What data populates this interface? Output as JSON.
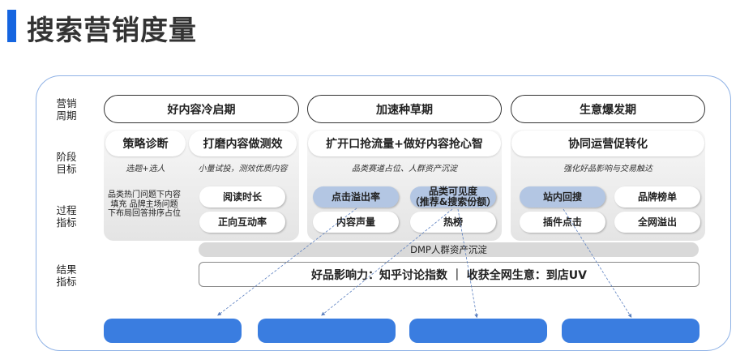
{
  "title": "搜索营销度量",
  "row_labels": [
    "营销\n周期",
    "阶段\n目标",
    "过程\n指标",
    "结果\n指标"
  ],
  "phases": [
    "好内容冷启期",
    "加速种草期",
    "生意爆发期"
  ],
  "goals": {
    "p1a": "策略诊断",
    "p1a_sub": "选题+选人",
    "p1b": "打磨内容做测效",
    "p1b_sub": "小量试投，测效优质内容",
    "p2": "扩开口抢流量+做好内容抢心智",
    "p2_sub": "品类赛道占位、人群资产沉淀",
    "p3": "协同运营促转化",
    "p3_sub": "强化好品影响与交易触达"
  },
  "metrics": {
    "p1_note": "品类热门问题下内容填充\n品牌主场问题下布局回答排序占位",
    "p1": [
      "阅读时长",
      "正向互动率"
    ],
    "p2": [
      "点击溢出率",
      "品类可见度\n（推荐&搜索份额）",
      "内容声量",
      "热榜"
    ],
    "p3": [
      "站内回搜",
      "品牌榜单",
      "插件点击",
      "全网溢出"
    ]
  },
  "dmp": "DMP人群资产沉淀",
  "result": "好品影响力：知乎讨论指数 ｜ 收获全网生意：到店UV",
  "colors": {
    "accent": "#1565e0",
    "highlight": "#b3c6e3",
    "button": "#3a7de0"
  }
}
